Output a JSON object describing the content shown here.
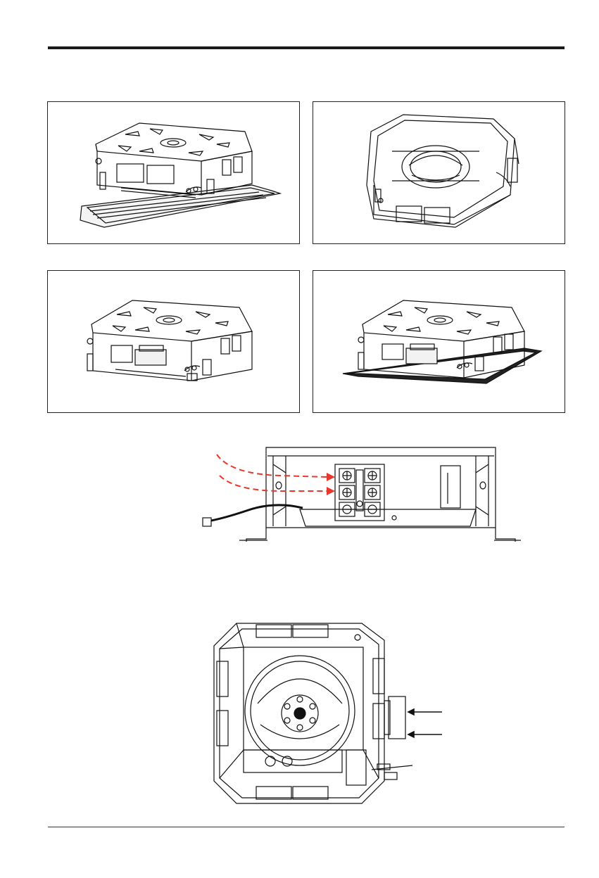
{
  "page": {
    "figures": [
      {
        "id": "unit-with-panel",
        "icon": "cassette-unit-with-panel"
      },
      {
        "id": "unit-underside",
        "icon": "cassette-unit-underside"
      },
      {
        "id": "unit-with-box",
        "icon": "cassette-unit-with-control-box"
      },
      {
        "id": "unit-box-and-panel",
        "icon": "cassette-unit-with-box-and-panel"
      }
    ],
    "wiring": {
      "icon": "terminal-block-wiring-diagram",
      "arrow_color": "#e8372c"
    },
    "bottom_view": {
      "icon": "cassette-bottom-view"
    }
  }
}
